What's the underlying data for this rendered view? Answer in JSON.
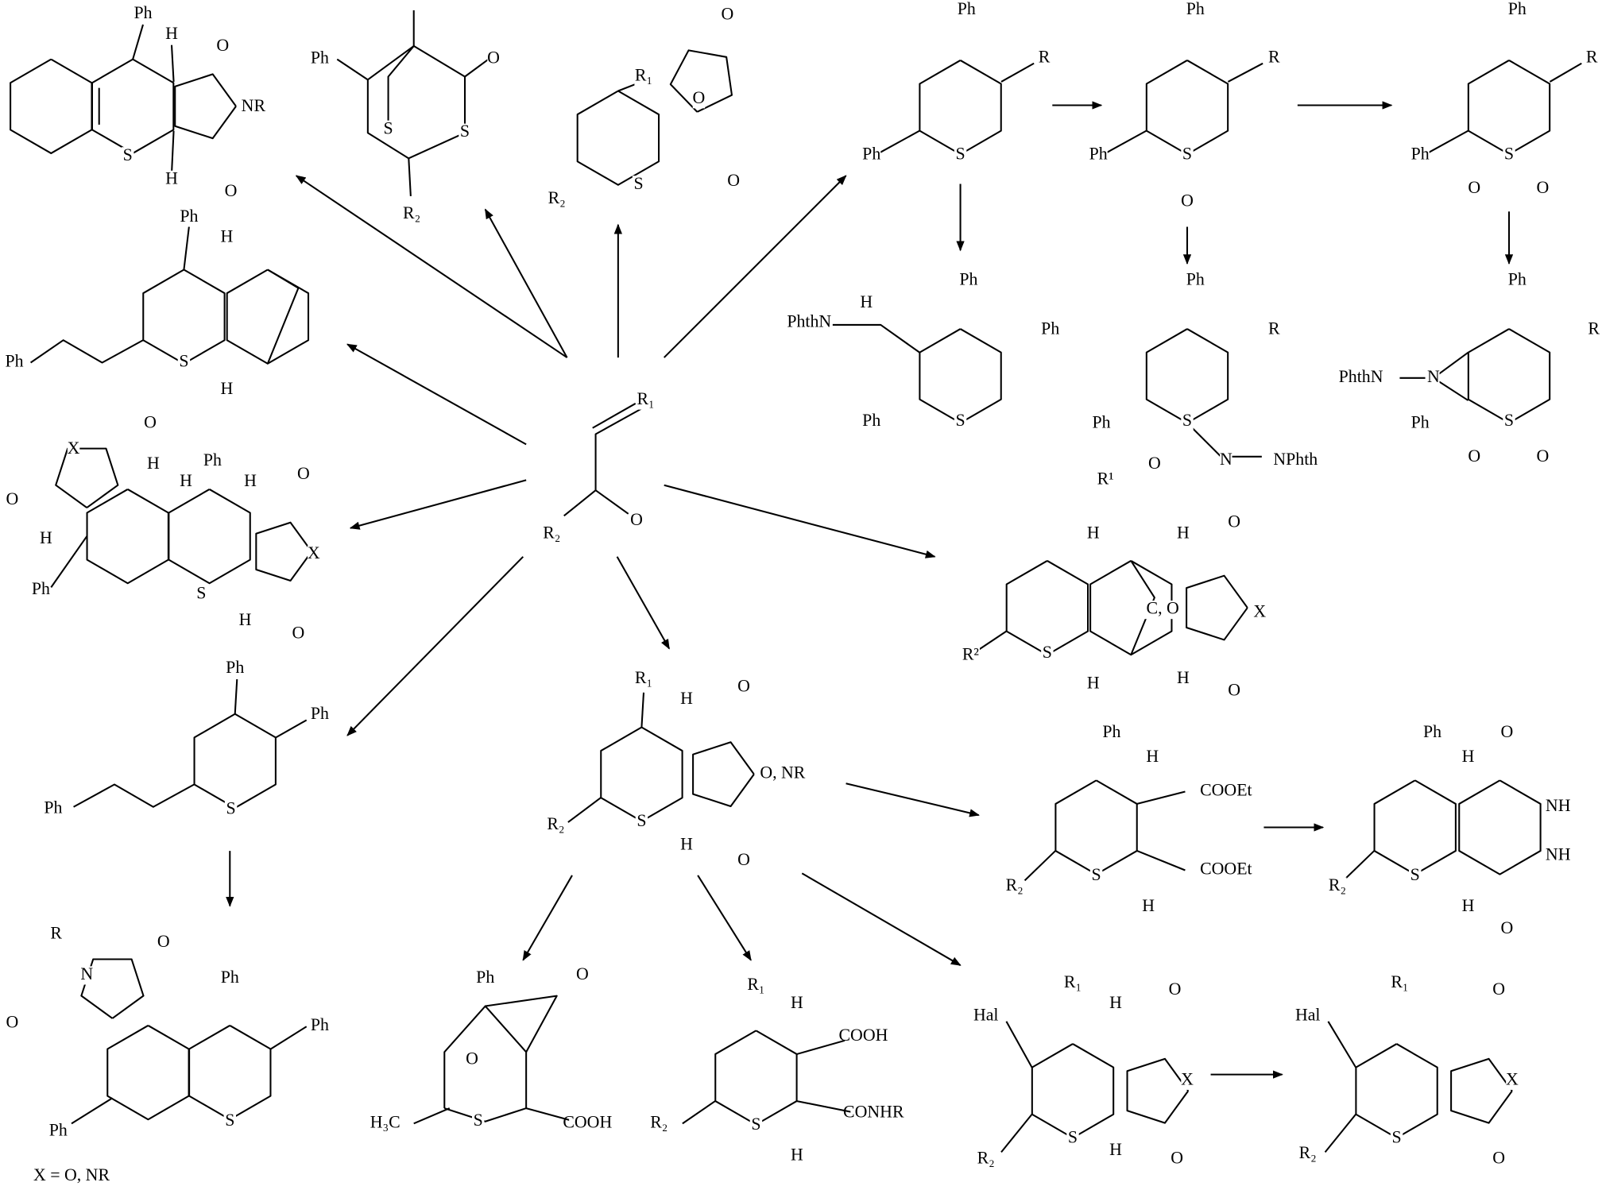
{
  "title": "Reaction scheme of thiopyran derivatives from enone precursor",
  "central": {
    "labels": [
      "R₁",
      "R₂",
      "O"
    ]
  },
  "molecules": [
    {
      "name": "tricyclic-imide",
      "labels": [
        "Ph",
        "H",
        "O",
        "NR",
        "S",
        "H",
        "O"
      ]
    },
    {
      "name": "bicyclic-dithiane",
      "labels": [
        "Ph",
        "O",
        "S",
        "S",
        "R₂"
      ]
    },
    {
      "name": "spiro-anhydride",
      "labels": [
        "R₁",
        "O",
        "O",
        "O",
        "S",
        "R₂"
      ]
    },
    {
      "name": "diphenyl-thiopyran",
      "labels": [
        "Ph",
        "R",
        "Ph",
        "S"
      ]
    },
    {
      "name": "thiopyran-sulfoxide",
      "labels": [
        "Ph",
        "R",
        "Ph",
        "S",
        "O"
      ]
    },
    {
      "name": "thiopyran-sulfone",
      "labels": [
        "Ph",
        "R",
        "Ph",
        "S",
        "O",
        "O"
      ]
    },
    {
      "name": "hydrazino-thiopyran",
      "labels": [
        "PhthN",
        "H",
        "Ph",
        "Ph",
        "Ph",
        "S"
      ]
    },
    {
      "name": "sulfoximine",
      "labels": [
        "Ph",
        "R",
        "Ph",
        "S",
        "O",
        "N",
        "NPhth"
      ]
    },
    {
      "name": "aziridine-sulfone",
      "labels": [
        "Ph",
        "R",
        "PhthN",
        "N",
        "Ph",
        "S",
        "O",
        "O"
      ]
    },
    {
      "name": "norbornane-fused-thiopyran",
      "labels": [
        "Ph",
        "H",
        "S",
        "H",
        "Ph"
      ]
    },
    {
      "name": "bis-anhydride-adduct",
      "labels": [
        "X",
        "O",
        "H",
        "O",
        "H",
        "Ph",
        "H",
        "O",
        "H",
        "X",
        "Ph",
        "S",
        "H",
        "O"
      ]
    },
    {
      "name": "bridged-adduct",
      "labels": [
        "R¹",
        "H",
        "H",
        "O",
        "C, O",
        "X",
        "R²",
        "S",
        "H",
        "H",
        "O"
      ]
    },
    {
      "name": "styryl-thiopyran",
      "labels": [
        "Ph",
        "Ph",
        "Ph",
        "S"
      ]
    },
    {
      "name": "thiopyrano-anhydride",
      "labels": [
        "R₁",
        "H",
        "O",
        "O, NR",
        "R₂",
        "S",
        "H",
        "O"
      ]
    },
    {
      "name": "diester",
      "labels": [
        "Ph",
        "H",
        "COOEt",
        "R₂",
        "S",
        "COOEt",
        "H"
      ]
    },
    {
      "name": "pyridazinedione",
      "labels": [
        "Ph",
        "H",
        "O",
        "NH",
        "NH",
        "R₂",
        "S",
        "H",
        "O"
      ]
    },
    {
      "name": "tricyclic-imide-diphenyl",
      "labels": [
        "R",
        "N",
        "O",
        "O",
        "Ph",
        "Ph",
        "Ph",
        "S",
        "X = O, NR"
      ]
    },
    {
      "name": "oxa-bicyclic-acid",
      "labels": [
        "Ph",
        "O",
        "O",
        "H₃C",
        "S",
        "COOH"
      ]
    },
    {
      "name": "amido-acid",
      "labels": [
        "R₁",
        "H",
        "COOH",
        "R₂",
        "S",
        "CONHR",
        "H"
      ]
    },
    {
      "name": "halo-anhydride",
      "labels": [
        "Hal",
        "R₁",
        "H",
        "O",
        "X",
        "R₂",
        "S",
        "H",
        "O"
      ]
    },
    {
      "name": "halo-dehydro-anhydride",
      "labels": [
        "Hal",
        "R₁",
        "O",
        "X",
        "R₂",
        "S",
        "O"
      ]
    }
  ]
}
